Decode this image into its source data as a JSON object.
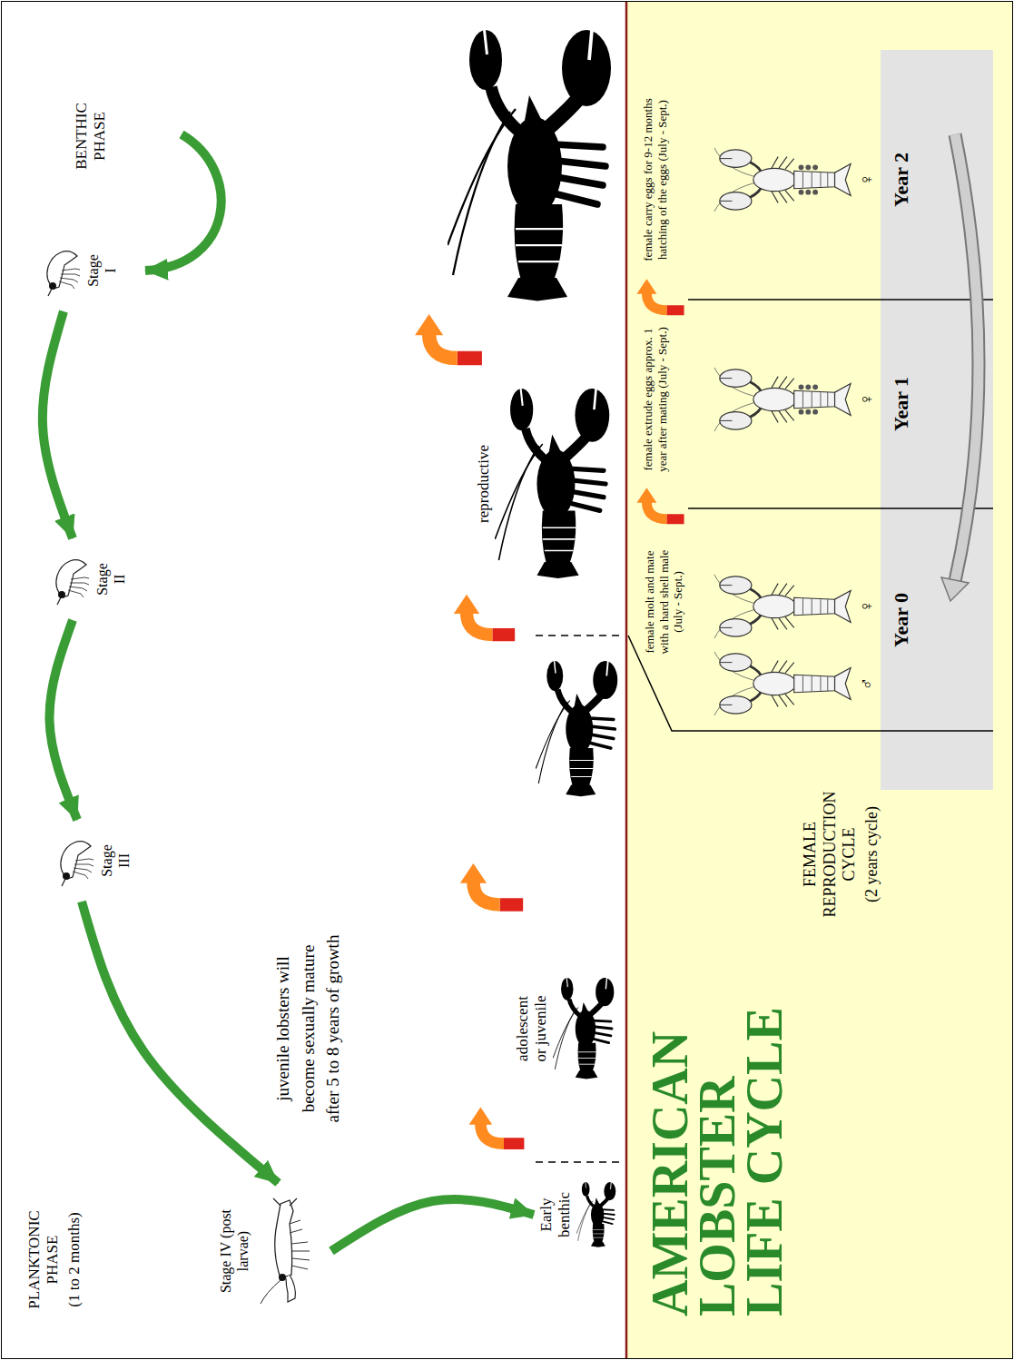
{
  "diagram": {
    "title": "AMERICAN LOBSTER LIFE CYCLE",
    "nodes": [
      {
        "text": [
          "Stage I"
        ]
      },
      {
        "text": [
          "Stage II"
        ]
      },
      {
        "text": [
          "Stage III"
        ]
      },
      {
        "text": [
          "Stage IV (post larvae)"
        ]
      },
      {
        "text": [
          "Early benthic"
        ]
      },
      {
        "text": [
          "adolescent or juvenile"
        ]
      },
      {
        "text": [
          "reproductive"
        ]
      }
    ],
    "edges": [
      {
        "from": 0,
        "to": 1,
        "arrow": "to"
      },
      {
        "from": 1,
        "to": 2,
        "arrow": "to"
      },
      {
        "from": 2,
        "to": 3,
        "arrow": "to"
      },
      {
        "from": 3,
        "to": 4,
        "arrow": "to"
      }
    ],
    "labels": [
      "PLANKTONIC PHASE",
      "(1 to 2 months)",
      "BENTHIC PHASE",
      "juvenile lobsters will become sexually mature after 5 to 8 years of growth",
      "FEMALE REPRODUCTION CYCLE",
      "(2 years cycle)",
      "female molt and mate with a hard shell male (July - Sept.)",
      "female extrude eggs approx. 1 year after mating (July - Sept.)",
      "female carry eggs for 9-12 months hatching of the eggs (July - Sept.)",
      "♂",
      "♀",
      "♀",
      "♀",
      "Year 0",
      "Year 1",
      "Year 2"
    ]
  }
}
